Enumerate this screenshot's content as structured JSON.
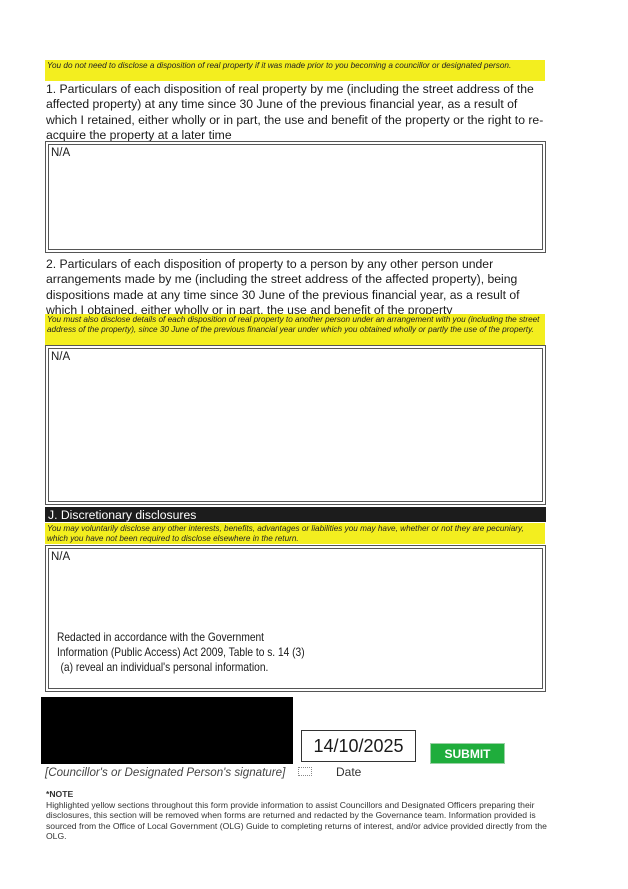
{
  "section_i": {
    "info_note": "You do not need to disclose a disposition of real property if it was made prior to you becoming a councillor or designated person.",
    "q1": "1. Particulars of each disposition of real property by me (including the street address of the affected property) at any time since 30 June of the previous financial year, as a result of which I retained, either wholly or in part, the use and benefit of the property or the right to re-acquire the property at a later time",
    "q1_answer": "N/A",
    "q2": "2. Particulars of each disposition of property to a person by any other person under arrangements made by me (including the street address of the affected property), being dispositions made at any time since 30 June of the previous financial year, as a result of which I obtained, either wholly or in part, the use and benefit of the property",
    "q2_note": "You must also disclose details of each disposition of real property to another person under an arrangement with you (including the street address of the property), since 30 June of the previous financial year under which you obtained wholly or partly the use of the property.",
    "q2_answer": "N/A"
  },
  "section_j": {
    "title": "J. Discretionary disclosures",
    "note": "You may voluntarily disclose any other interests, benefits, advantages or liabilities you may have, whether or not they are pecuniary, which you have not been required to disclose elsewhere in the return.",
    "answer": "N/A",
    "redaction_lines": [
      "Redacted in accordance with the Government",
      "Information (Public Access) Act 2009, Table to s. 14 (3)",
      "(a) reveal an individual's personal information."
    ]
  },
  "signature": {
    "date_value": "14/10/2025",
    "submit_label": "SUBMIT",
    "signature_label": "[Councillor's or Designated Person's signature]",
    "date_label": "Date"
  },
  "footer": {
    "note_title": "*NOTE",
    "note_text": "Highlighted yellow sections throughout this form provide information to assist Councillors and Designated Officers preparing their disclosures, this section will be removed when forms are returned and redacted by the Governance team. Information provided is sourced from the Office of Local Government (OLG) Guide to completing returns of interest, and/or advice provided directly from the OLG."
  },
  "colors": {
    "highlight": "#f3ee1f",
    "header": "#1c1c1c",
    "submit": "#1fad3c"
  }
}
